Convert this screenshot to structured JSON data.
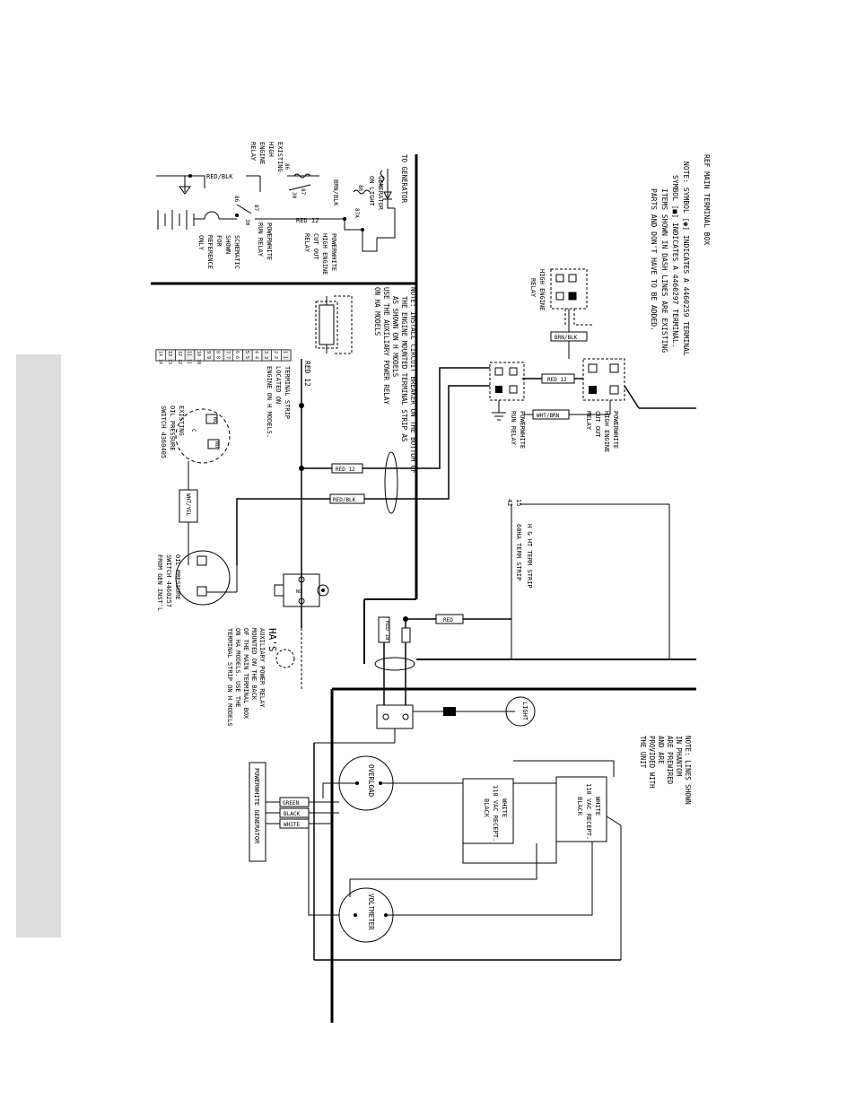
{
  "notes": {
    "terminal_box_title": "REF MAIN TERMINAL BOX",
    "symbol_line1": "NOTE: SYMBOL [◉] INDICATES A 4460259 TERMINAL",
    "symbol_line2": "SYMBOL [■] INDICATES A 4460297 TERMINAL.",
    "dashed_line1": "ITEMS SHOWN IN DASH LINES ARE EXISTING",
    "dashed_line2": "PARTS AND DON'T HAVE TO BE ADDED.",
    "breaker_line1": "NOTE: INSTALL CIRCUIT BREAKER ON THE BOTTOM OF",
    "breaker_line2": "THE ENGINE MOUNTED TERMINAL STRIP AS",
    "breaker_line3": "AS SHOWN ON H MODELS",
    "breaker_line4": "USE THE AUXILIARY POWER RELAY",
    "breaker_line5": "ON HA MODELS",
    "phantom_line1": "NOTE: LINES SHOWN",
    "phantom_line2": "IN PHANTOM",
    "phantom_line3": "ARE PREWIRED",
    "phantom_line4": "AND ARE",
    "phantom_line5": "PROVIDED WITH",
    "phantom_line6": "THE UNIT"
  },
  "labels": {
    "to_generator": "TO GENERATOR",
    "gen_on_light_1": "GENERATOR",
    "gen_on_light_2": "ON LIGHT",
    "red_blk": "RED/BLK",
    "brn_blk": "BRN/BLK",
    "red_12": "RED 12",
    "existing_relay_1": "EXISTING",
    "existing_relay_2": "HIGH",
    "existing_relay_3": "ENGINE",
    "existing_relay_4": "RELAY",
    "pw_run_relay_1": "POWERWHITE",
    "pw_run_relay_2": "RUN RELAY",
    "pw_cutout_1": "POWERWHITE",
    "pw_cutout_2": "HIGH ENGINE",
    "pw_cutout_3": "CUT OUT",
    "pw_cutout_4": "RELAY",
    "schematic_1": "SCHEMATIC",
    "schematic_2": "SHOWN",
    "schematic_3": "FOR",
    "schematic_4": "REFERENCE",
    "schematic_5": "ONLY",
    "high_engine_relay_1": "HIGH ENGINE",
    "high_engine_relay_2": "RELAY",
    "wht_brn": "WHT/BRN",
    "terminal_strip_1": "TERMINAL STRIP",
    "terminal_strip_2": "LOCATED ON",
    "terminal_strip_3": "ENGINE ON H MODELS.",
    "oil_existing_1": "EXISTING",
    "oil_existing_2": "OIL PRESSURE",
    "oil_existing_3": "SWITCH 4360405",
    "wht_yel": "WHT/YEL",
    "oil_new_1": "OIL PRESSURE",
    "oil_new_2": "SWITCH 4460257",
    "oil_new_3": "FROM GEN INST'L",
    "term_strip_1": "H & HT TERM STRIP",
    "term_strip_2": "60HA TERM STRIP",
    "red": "RED",
    "red_18": "RED 18",
    "light": "LIGHT",
    "ha_s": "HA'S",
    "aux_1": "AUXILIARY POWER RELAY",
    "aux_2": "MOUNTED ON THE BACK",
    "aux_3": "OF THE MAIN TERMINAL BOX",
    "aux_4": "ON HA MODELS. USE THE",
    "aux_5": "TERMINAL STRIP ON H MODELS",
    "overload": "OVERLOAD",
    "voltmeter": "VOLTMETER",
    "white": "WHITE",
    "recept": "110 VAC RECEPT.",
    "black": "BLACK",
    "green": "GREEN",
    "pw_generator": "POWERWHITE GENERATOR"
  },
  "relay_terminals": [
    "87",
    "30",
    "86",
    "85",
    "87A"
  ],
  "terminal_strip_rows": [
    "1 1",
    "2 2",
    "3 3",
    "4 4",
    "5 5",
    "6 6",
    "7 7",
    "8 8",
    "9 9",
    "10 10",
    "11 11",
    "12 12",
    "13 13",
    "14 14"
  ],
  "pin_numbers": [
    "15",
    "42"
  ],
  "switch_codes": [
    "NC",
    "NO",
    "C",
    "NO"
  ]
}
